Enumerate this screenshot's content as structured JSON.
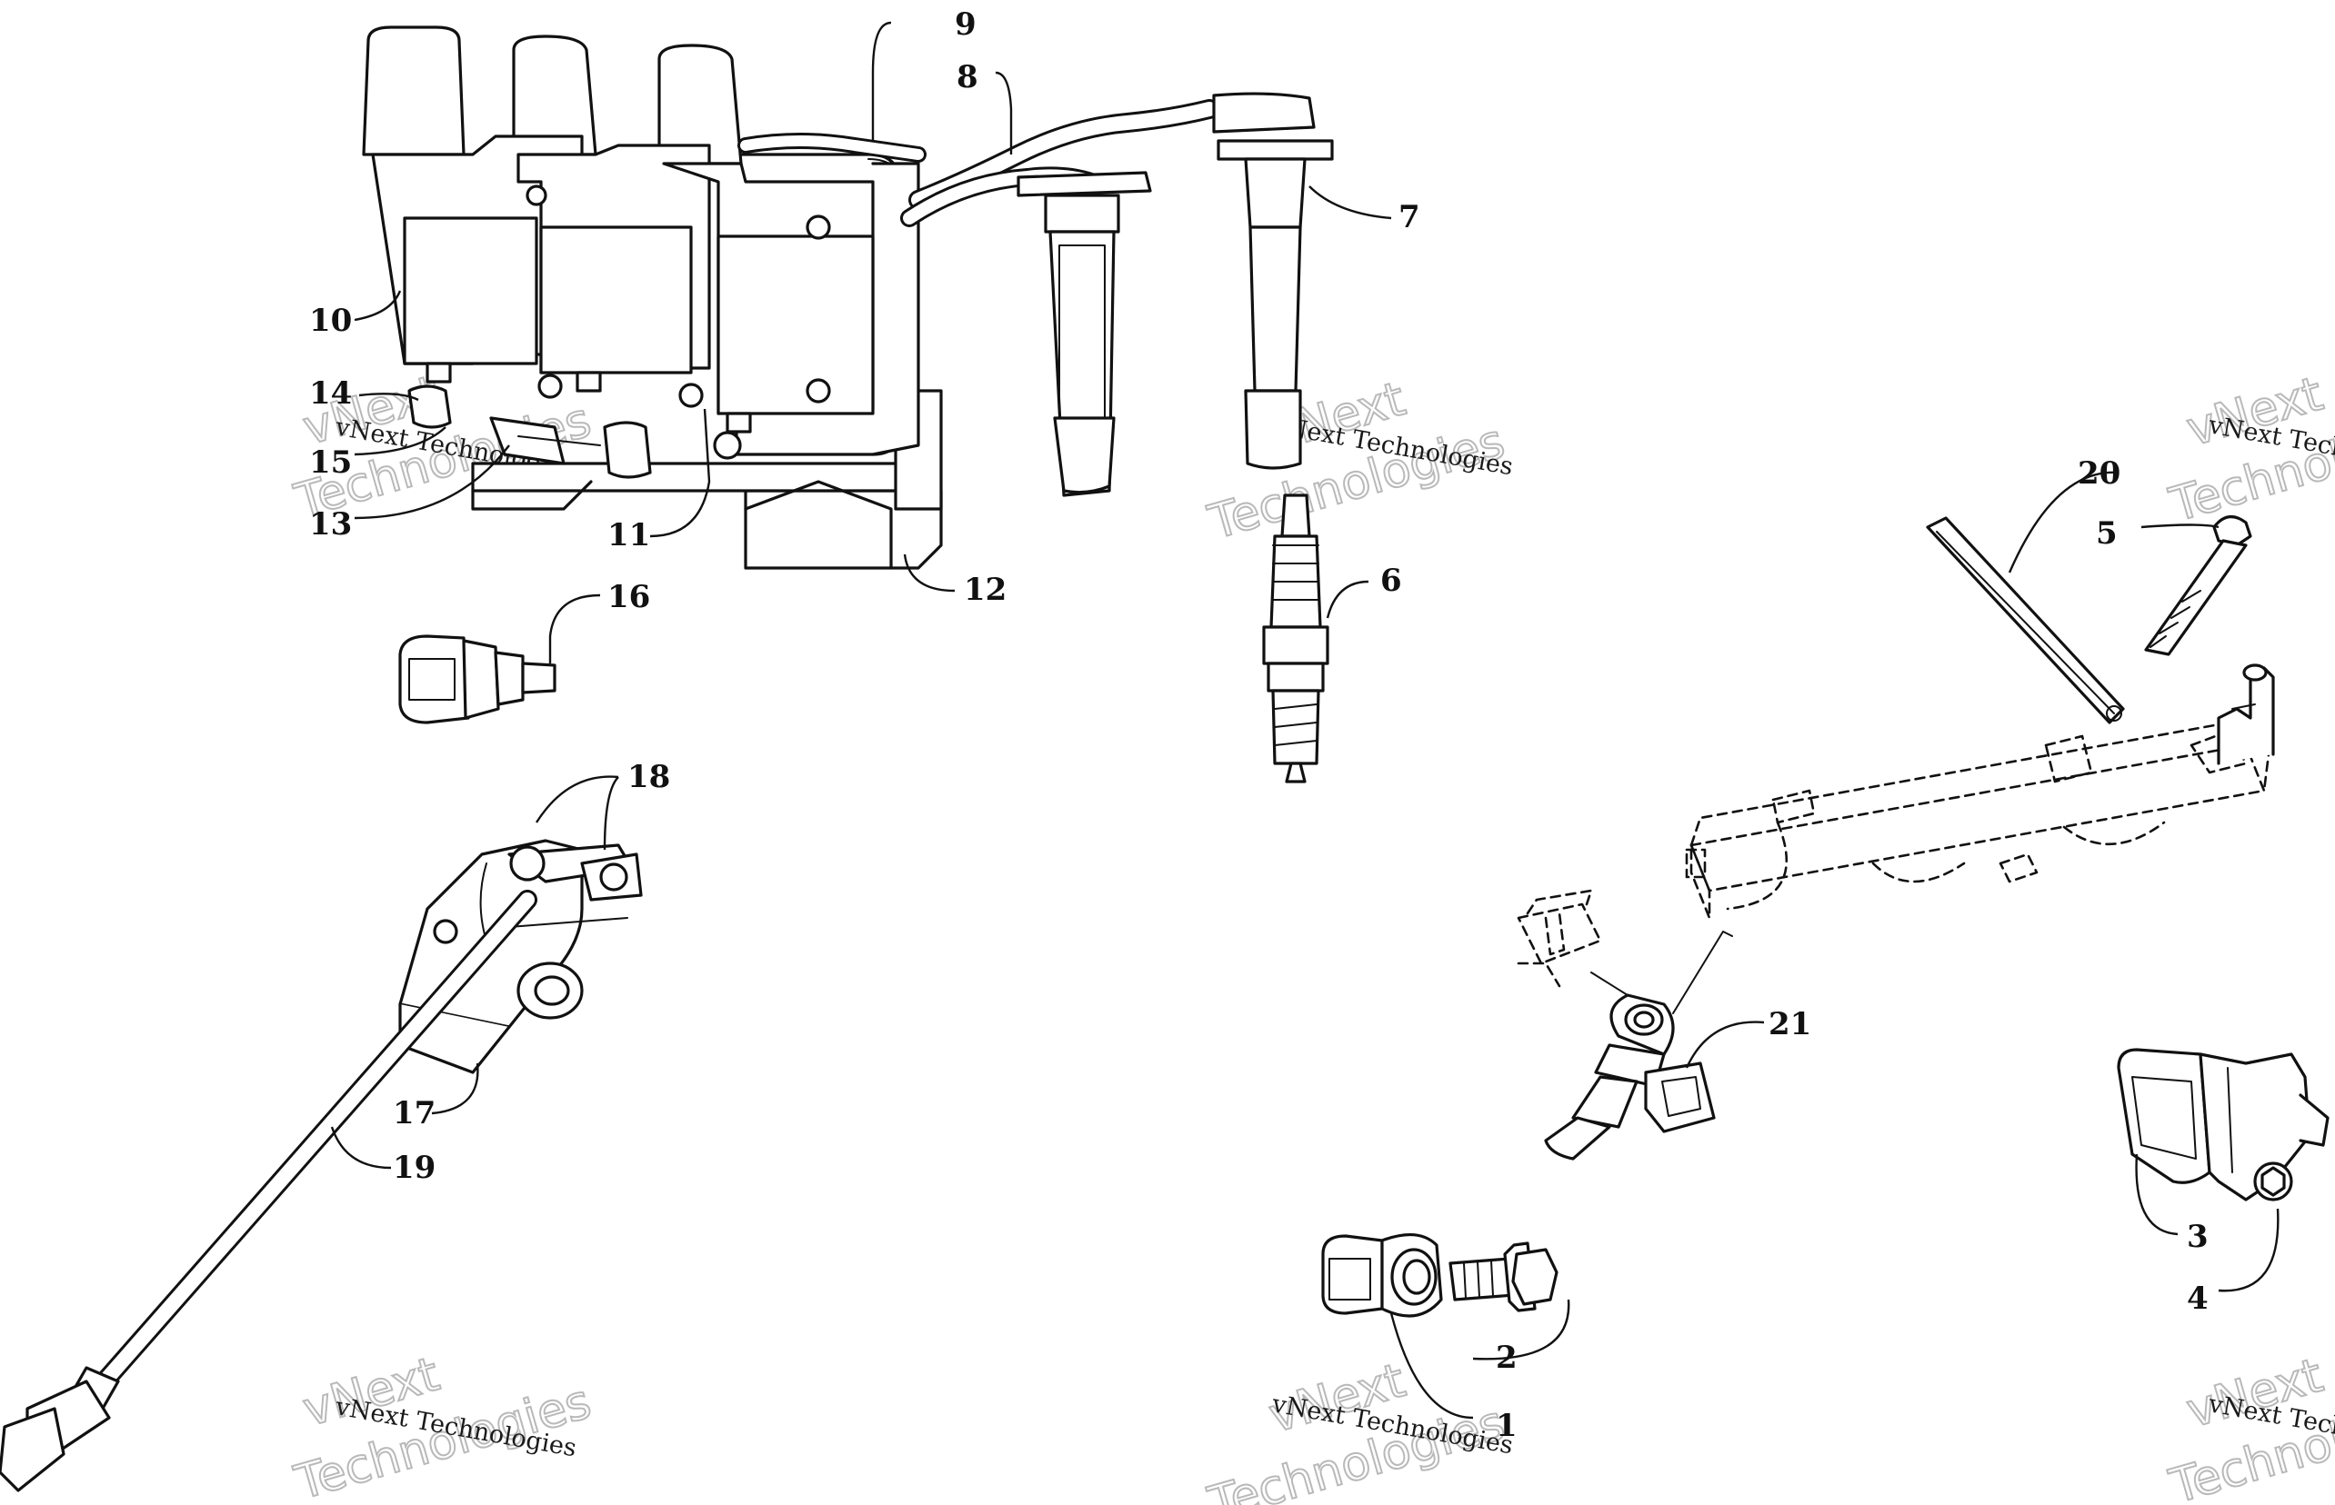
{
  "diagram": {
    "watermark": {
      "brand": "vNext",
      "company": "Technologies",
      "label": "vNext Technologies"
    },
    "callouts": [
      "1",
      "2",
      "3",
      "4",
      "5",
      "6",
      "7",
      "8",
      "9",
      "10",
      "11",
      "12",
      "13",
      "14",
      "15",
      "16",
      "17",
      "18",
      "19",
      "20",
      "21"
    ]
  }
}
